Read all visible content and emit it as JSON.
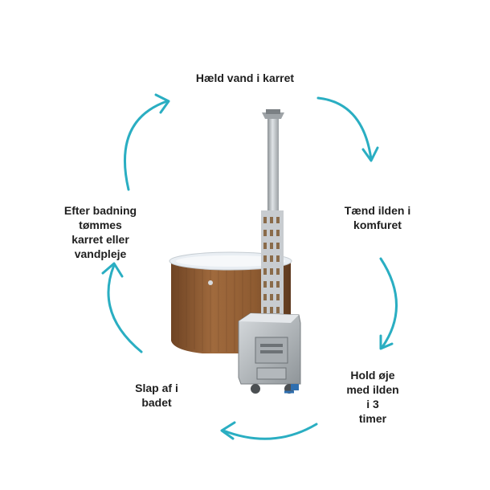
{
  "steps": {
    "top": "Hæld vand i karret",
    "right": [
      "Tænd ilden i",
      "komfuret"
    ],
    "bottom_right": [
      "Hold øje",
      "med ilden",
      "i 3",
      "timer"
    ],
    "bottom_left": [
      "Slap af i",
      "badet"
    ],
    "left": [
      "Efter badning",
      "tømmes",
      "karret eller",
      "vandpleje"
    ]
  },
  "colors": {
    "arrow": "#2aaec2",
    "text": "#1e1e1e",
    "wood": "#8a5a34",
    "steel": "#b9bec2",
    "tub_rim": "#e9eef3"
  },
  "icons": [
    "cycle-arrow-icon",
    "hot-tub-illustration"
  ]
}
